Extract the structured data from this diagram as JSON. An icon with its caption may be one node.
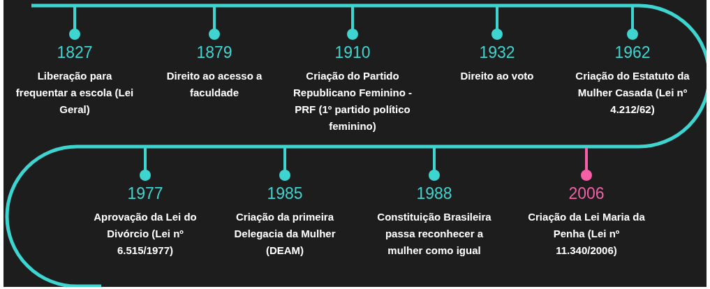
{
  "diagram": {
    "nodes": [
      {
        "text": [
          "1827",
          "Liberação para frequentar a escola (Lei Geral)"
        ]
      },
      {
        "text": [
          "1879",
          "Direito ao acesso a faculdade"
        ]
      },
      {
        "text": [
          "1910",
          "Criação do Partido Republicano Feminino - PRF (1º partido político feminino)"
        ]
      },
      {
        "text": [
          "1932",
          "Direito ao voto"
        ]
      },
      {
        "text": [
          "1962",
          "Criação do Estatuto da Mulher Casada (Lei nº 4.212/62)"
        ]
      },
      {
        "text": [
          "1977",
          "Aprovação da Lei do Divórcio (Lei nº 6.515/1977)"
        ]
      },
      {
        "text": [
          "1985",
          "Criação da primeira Delegacia da Mulher (DEAM)"
        ]
      },
      {
        "text": [
          "1988",
          "Constituição Brasileira passa reconhecer a mulher como igual"
        ]
      },
      {
        "text": [
          "2006",
          "Criação da Lei Maria da Penha (Lei nº 11.340/2006)"
        ]
      }
    ],
    "edges": [
      {
        "from": null,
        "to": 0,
        "arrow": "none"
      },
      {
        "from": 0,
        "to": 1,
        "arrow": "none"
      },
      {
        "from": 1,
        "to": 2,
        "arrow": "none"
      },
      {
        "from": 2,
        "to": 3,
        "arrow": "none"
      },
      {
        "from": 3,
        "to": 4,
        "arrow": "none"
      },
      {
        "from": 4,
        "to": 8,
        "arrow": "none"
      },
      {
        "from": 8,
        "to": 7,
        "arrow": "none"
      },
      {
        "from": 7,
        "to": 6,
        "arrow": "none"
      },
      {
        "from": 6,
        "to": 5,
        "arrow": "none"
      },
      {
        "from": 5,
        "to": null,
        "arrow": "none"
      }
    ]
  }
}
